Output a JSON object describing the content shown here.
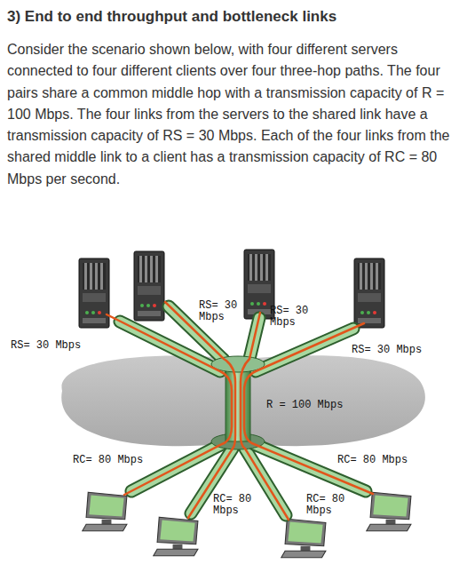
{
  "diagram": {
    "title": "3) End to end throughput and bottleneck links",
    "labels": [
      "Consider the scenario shown below, with four different servers connected to four different clients over four three-hop paths. The four pairs share a common middle hop with a transmission capacity of R = 100 Mbps. The four links from the servers to the shared link have a transmission capacity of RS = 30 Mbps. Each of the four links from the shared middle link to a client has a transmission capacity of RC = 80 Mbps per second.",
      "RS= 30 Mbps",
      "RS= 30 Mbps",
      "RS= 30 Mbps",
      "RS= 30 Mbps",
      "R = 100 Mbps",
      "RC= 80 Mbps",
      "RC= 80 Mbps",
      "RC= 80 Mbps",
      "RC= 80 Mbps"
    ]
  }
}
